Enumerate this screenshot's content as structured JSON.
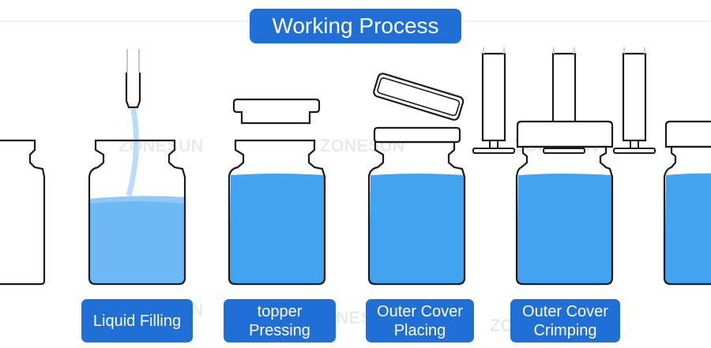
{
  "title": "Working Process",
  "steps": [
    {
      "lines": [
        "Liquid Filling"
      ]
    },
    {
      "lines": [
        "topper",
        "Pressing"
      ]
    },
    {
      "lines": [
        "Outer Cover",
        "Placing"
      ]
    },
    {
      "lines": [
        "Outer Cover",
        "Crimping"
      ]
    }
  ],
  "watermark": "ZONESUN",
  "colors": {
    "accent": "#1f6fd6",
    "liquid": "#42a4f0",
    "liquid_light": "#6cb9f5",
    "stream": "#b8dcfa",
    "outline": "#1a1a1a"
  }
}
